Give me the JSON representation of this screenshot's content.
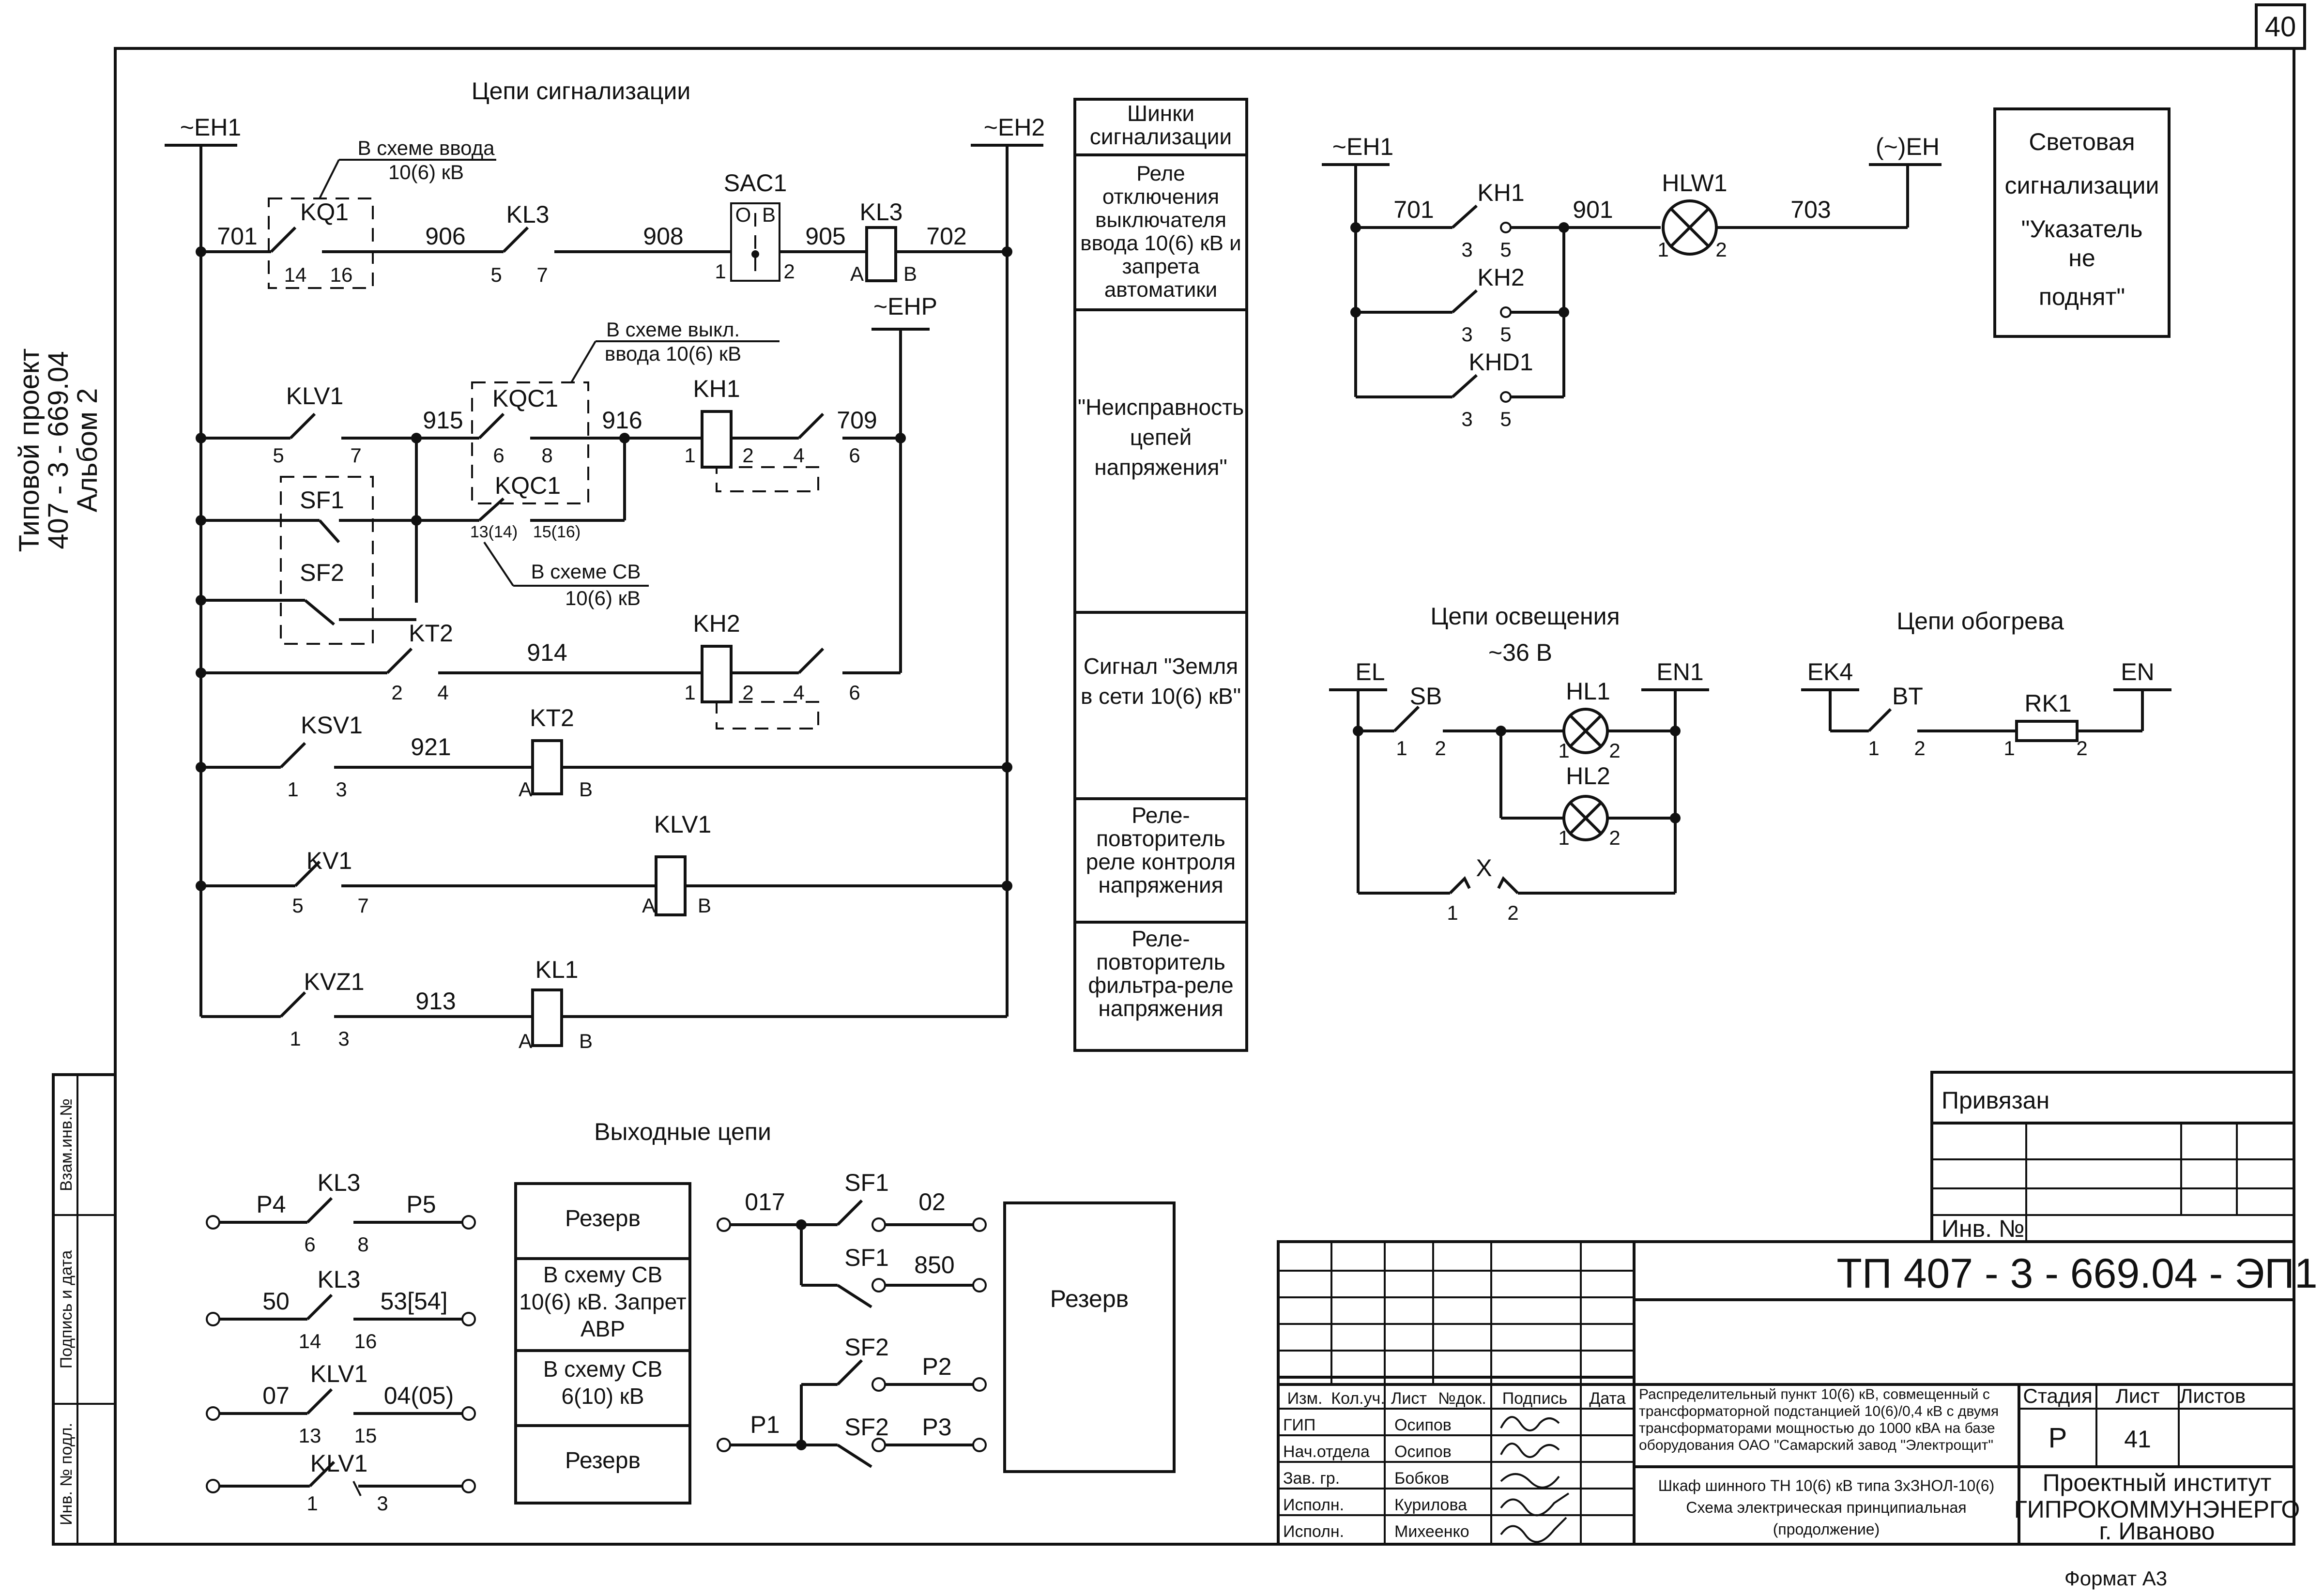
{
  "page_number": "40",
  "side_title": {
    "line1": "Типовой проект",
    "line2": "407 - 3 - 669.04",
    "line3": "Альбом 2"
  },
  "left_stamp": [
    "Взам.инв.№",
    "Подпись и дата",
    "Инв. № подл."
  ],
  "signal": {
    "title": "Цепи сигнализации",
    "bus_left": "~ЕН1",
    "bus_right": "~ЕН2",
    "bus_p": "~ЕНР",
    "note_input": {
      "line1": "В схеме ввода",
      "line2": "10(6) кВ"
    },
    "note_switch": {
      "line1": "В схеме выкл.",
      "line2": "ввода 10(6) кВ"
    },
    "note_sv": {
      "line1": "В схеме СВ",
      "line2": "10(6) кВ"
    },
    "wires": {
      "w701": "701",
      "w906": "906",
      "w908": "908",
      "w905": "905",
      "w702": "702",
      "w915": "915",
      "w916": "916",
      "w709": "709",
      "w914": "914",
      "w921": "921",
      "w913": "913"
    },
    "devices": {
      "kq1": "KQ1",
      "kl3": "KL3",
      "sac1": "SAC1",
      "kl3b": "KL3",
      "klv1": "KLV1",
      "kqc1": "KQC1",
      "kqc1b": "KQC1",
      "kh1": "KH1",
      "sf1": "SF1",
      "sf2": "SF2",
      "kt2": "KT2",
      "kh2": "KH2",
      "ksv1": "KSV1",
      "kt2b": "KT2",
      "kv1": "KV1",
      "klv1b": "KLV1",
      "kvz1": "KVZ1",
      "kl1": "KL1"
    },
    "pins": {
      "p14": "14",
      "p16": "16",
      "p5": "5",
      "p7": "7",
      "pO": "О",
      "pB": "В",
      "p1": "1",
      "p2": "2",
      "pA": "А",
      "pBb": "В",
      "p5b": "5",
      "p7b": "7",
      "p6": "6",
      "p8": "8",
      "p1314": "13(14)",
      "p1516": "15(16)",
      "p1c": "1",
      "p2c": "2",
      "p4": "4",
      "p6b": "6",
      "p2d": "2",
      "p4d": "4",
      "p1d": "1",
      "p2e": "2",
      "p4e": "4",
      "p6e": "6",
      "p1f": "1",
      "p3f": "3",
      "pAf": "А",
      "pBf": "В",
      "p5g": "5",
      "p7g": "7",
      "pAg": "А",
      "pBg": "В",
      "p1h": "1",
      "p3h": "3",
      "pAh": "А",
      "pBh": "В"
    }
  },
  "signal_table": [
    "Шинки сигнализации",
    "Реле отключения выключателя ввода 10(6) кВ и запрета автоматики",
    "\"Неисправность цепей напряжения\"",
    "Сигнал \"Земля в сети 10(6) кВ\"",
    "Реле-повторитель реле контроля напряжения",
    "Реле-повторитель фильтра-реле напряжения"
  ],
  "light_signal": {
    "bus_left": "~ЕН1",
    "bus_right": "(~)ЕН",
    "w701": "701",
    "w901": "901",
    "w703": "703",
    "kh1": "KH1",
    "kh2": "KH2",
    "khd1": "KHD1",
    "hlw1": "HLW1",
    "p3": "3",
    "p5": "5",
    "p1": "1",
    "p2": "2",
    "box": [
      "Световая",
      "сигнализации",
      "\"Указатель",
      "не",
      "поднят\""
    ]
  },
  "lighting": {
    "title": "Цепи освещения",
    "voltage": "~36 В",
    "bus_left": "EL",
    "bus_right": "EN1",
    "sb": "SB",
    "hl1": "HL1",
    "hl2": "HL2",
    "x": "X",
    "p1": "1",
    "p2": "2"
  },
  "heating": {
    "title": "Цепи обогрева",
    "bus_left": "EK4",
    "bus_right": "EN",
    "bt": "BT",
    "rk1": "RK1",
    "p1": "1",
    "p2": "2"
  },
  "output": {
    "title": "Выходные цепи",
    "rows": [
      {
        "left": "Р4",
        "dev": "KL3",
        "right": "Р5",
        "a": "6",
        "b": "8"
      },
      {
        "left": "50",
        "dev": "KL3",
        "right": "53[54]",
        "a": "14",
        "b": "16"
      },
      {
        "left": "07",
        "dev": "KLV1",
        "right": "04(05)",
        "a": "13",
        "b": "15"
      },
      {
        "left": "",
        "dev": "KLV1",
        "right": "",
        "a": "1",
        "b": "3"
      }
    ],
    "mid_table": [
      "Резерв",
      "В схему СВ 10(6) кВ. Запрет АВР",
      "В схему СВ 6(10) кВ",
      "Резерв"
    ],
    "sf": {
      "w017": "017",
      "w02": "02",
      "w850": "850",
      "wP2": "Р2",
      "wP1": "Р1",
      "wP3": "Р3",
      "sf1": "SF1",
      "sf1b": "SF1",
      "sf2": "SF2",
      "sf2b": "SF2"
    },
    "right_box": "Резерв"
  },
  "stamp": {
    "attached": "Привязан",
    "inv": "Инв. №",
    "code": "ТП 407 - 3 - 669.04 - ЭП1",
    "headers": [
      "Изм.",
      "Кол.уч.",
      "Лист",
      "№док.",
      "Подпись",
      "Дата"
    ],
    "people": [
      {
        "role": "ГИП",
        "name": "Осипов"
      },
      {
        "role": "Нач.отдела",
        "name": "Осипов"
      },
      {
        "role": "Зав. гр.",
        "name": "Бобков"
      },
      {
        "role": "Исполн.",
        "name": "Курилова"
      },
      {
        "role": "Исполн.",
        "name": "Михеенко"
      }
    ],
    "desc": [
      "Распределительный пункт 10(6) кВ, совмещенный с",
      "трансформаторной подстанцией 10(6)/0,4 кВ с двумя",
      "трансформаторами мощностью до 1000 кВА на базе",
      "оборудования ОАО \"Самарский завод \"Электрощит\""
    ],
    "sheet_title": [
      "Шкаф шинного ТН 10(6) кВ типа 3хЗНОЛ-10(6)",
      "Схема электрическая принципиальная",
      "(продолжение)"
    ],
    "stage_h": "Стадия",
    "sheet_h": "Лист",
    "sheets_h": "Листов",
    "stage": "Р",
    "sheet": "41",
    "institute": [
      "Проектный институт",
      "ГИПРОКОММУНЭНЕРГО",
      "г. Иваново"
    ]
  },
  "format": "Формат А3"
}
